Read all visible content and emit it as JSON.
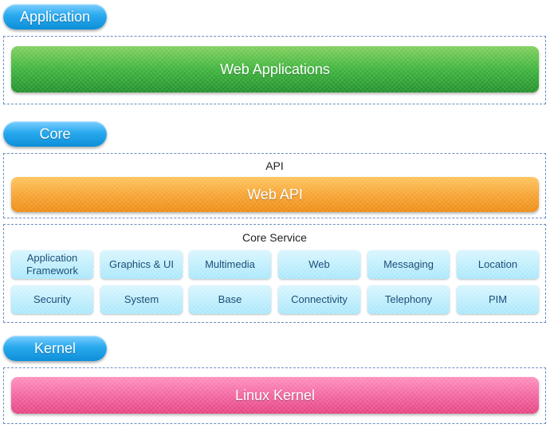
{
  "layers": {
    "application": {
      "label": "Application",
      "bar": "Web Applications"
    },
    "core": {
      "label": "Core",
      "api_heading": "API",
      "api_bar": "Web API",
      "service_heading": "Core Service",
      "services_row1": [
        "Application Framework",
        "Graphics & UI",
        "Multimedia",
        "Web",
        "Messaging",
        "Location"
      ],
      "services_row2": [
        "Security",
        "System",
        "Base",
        "Connectivity",
        "Telephony",
        "PIM"
      ]
    },
    "kernel": {
      "label": "Kernel",
      "bar": "Linux Kernel"
    }
  },
  "colors": {
    "pill_blue": "#29a9ee",
    "app_green": "#3bb23a",
    "api_orange": "#f6a330",
    "kernel_pink": "#f2649f",
    "service_tile": "#a5e6fb",
    "dash_border": "#6b8fbd"
  }
}
